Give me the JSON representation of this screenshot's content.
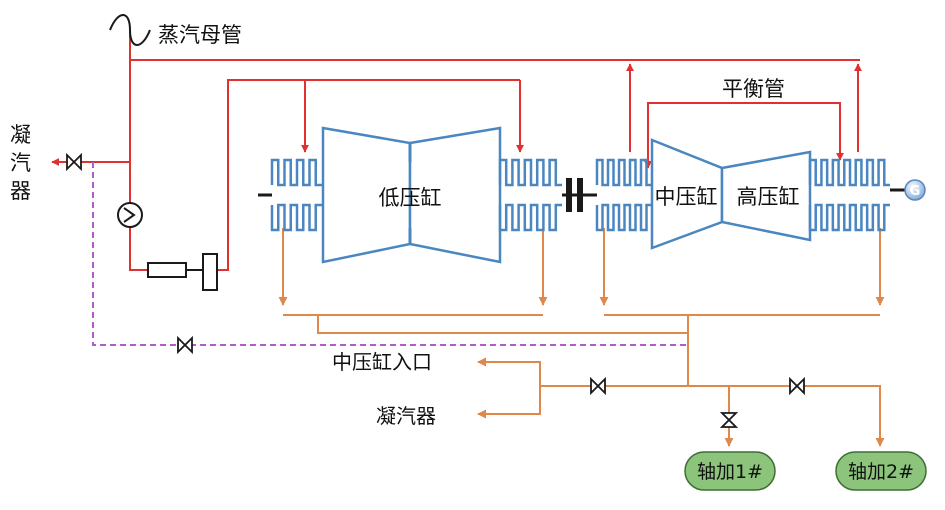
{
  "labels": {
    "steam_header": "蒸汽母管",
    "condenser_left": "凝\n汽\n器",
    "lp_cylinder": "低压缸",
    "ip_cylinder": "中压缸",
    "hp_cylinder": "高压缸",
    "balance_pipe": "平衡管",
    "ip_inlet": "中压缸入口",
    "condenser_bottom": "凝汽器",
    "shaft_heater_1": "轴加1#",
    "shaft_heater_2": "轴加2#",
    "generator": "G"
  },
  "colors": {
    "steam_red": "#e03030",
    "leak_orange": "#e0874a",
    "drain_purple": "#b15cc9",
    "casing_blue": "#4a86c0",
    "heater_green": "#8cc47c"
  }
}
